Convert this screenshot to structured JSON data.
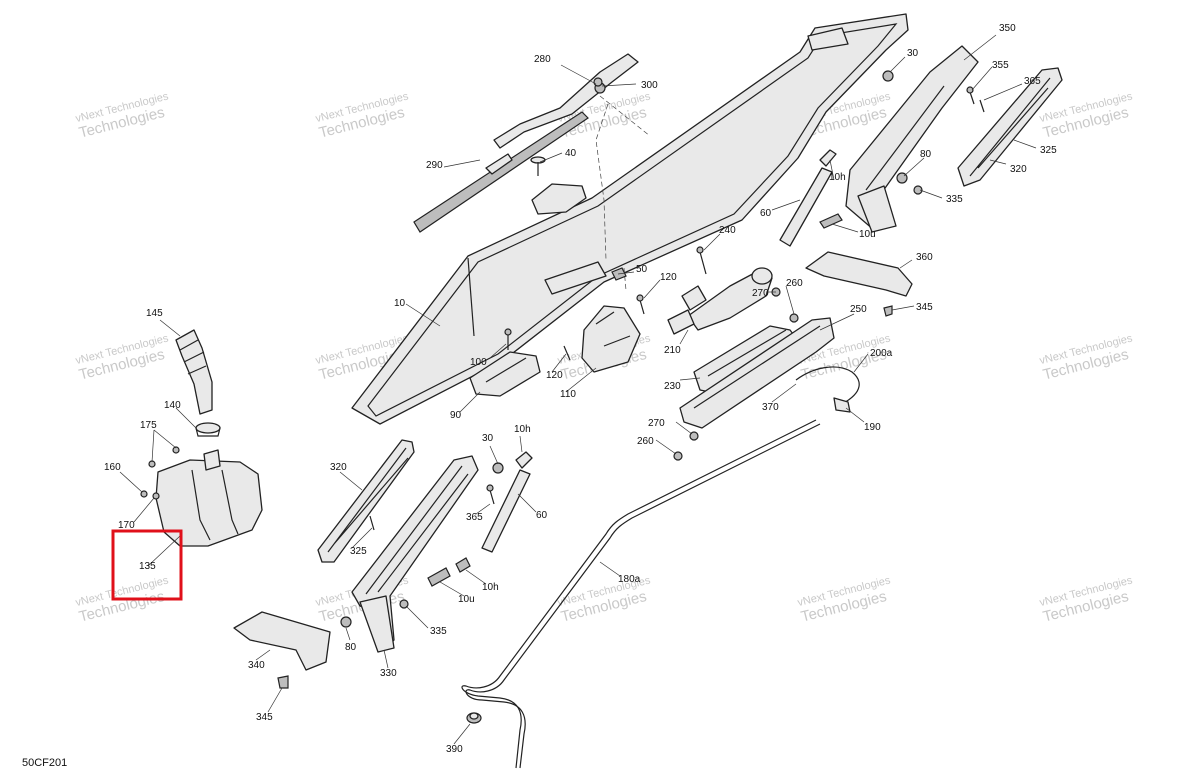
{
  "drawing_id": "50CF201",
  "watermark": {
    "line1": "vNext Technologies",
    "line2": "Technologies"
  },
  "highlighted_callout": "135",
  "callouts": {
    "c10": "10",
    "c10h_a": "10h",
    "c10h_b": "10h",
    "c10h_c": "10h",
    "c10u_a": "10u",
    "c10u_b": "10u",
    "c30_a": "30",
    "c30_b": "30",
    "c40": "40",
    "c50": "50",
    "c60_a": "60",
    "c60_b": "60",
    "c80_a": "80",
    "c80_b": "80",
    "c90": "90",
    "c100": "100",
    "c110": "110",
    "c120_a": "120",
    "c120_b": "120",
    "c135": "135",
    "c140": "140",
    "c145": "145",
    "c160": "160",
    "c170": "170",
    "c175": "175",
    "c180a": "180a",
    "c190": "190",
    "c200a": "200a",
    "c210": "210",
    "c230": "230",
    "c240": "240",
    "c250": "250",
    "c260_a": "260",
    "c260_b": "260",
    "c270_a": "270",
    "c270_b": "270",
    "c280": "280",
    "c290": "290",
    "c300": "300",
    "c320_a": "320",
    "c320_b": "320",
    "c325_a": "325",
    "c325_b": "325",
    "c330": "330",
    "c335_a": "335",
    "c335_b": "335",
    "c340": "340",
    "c345_a": "345",
    "c345_b": "345",
    "c350": "350",
    "c355": "355",
    "c360": "360",
    "c365_a": "365",
    "c365_b": "365",
    "c370": "370",
    "c390": "390"
  }
}
